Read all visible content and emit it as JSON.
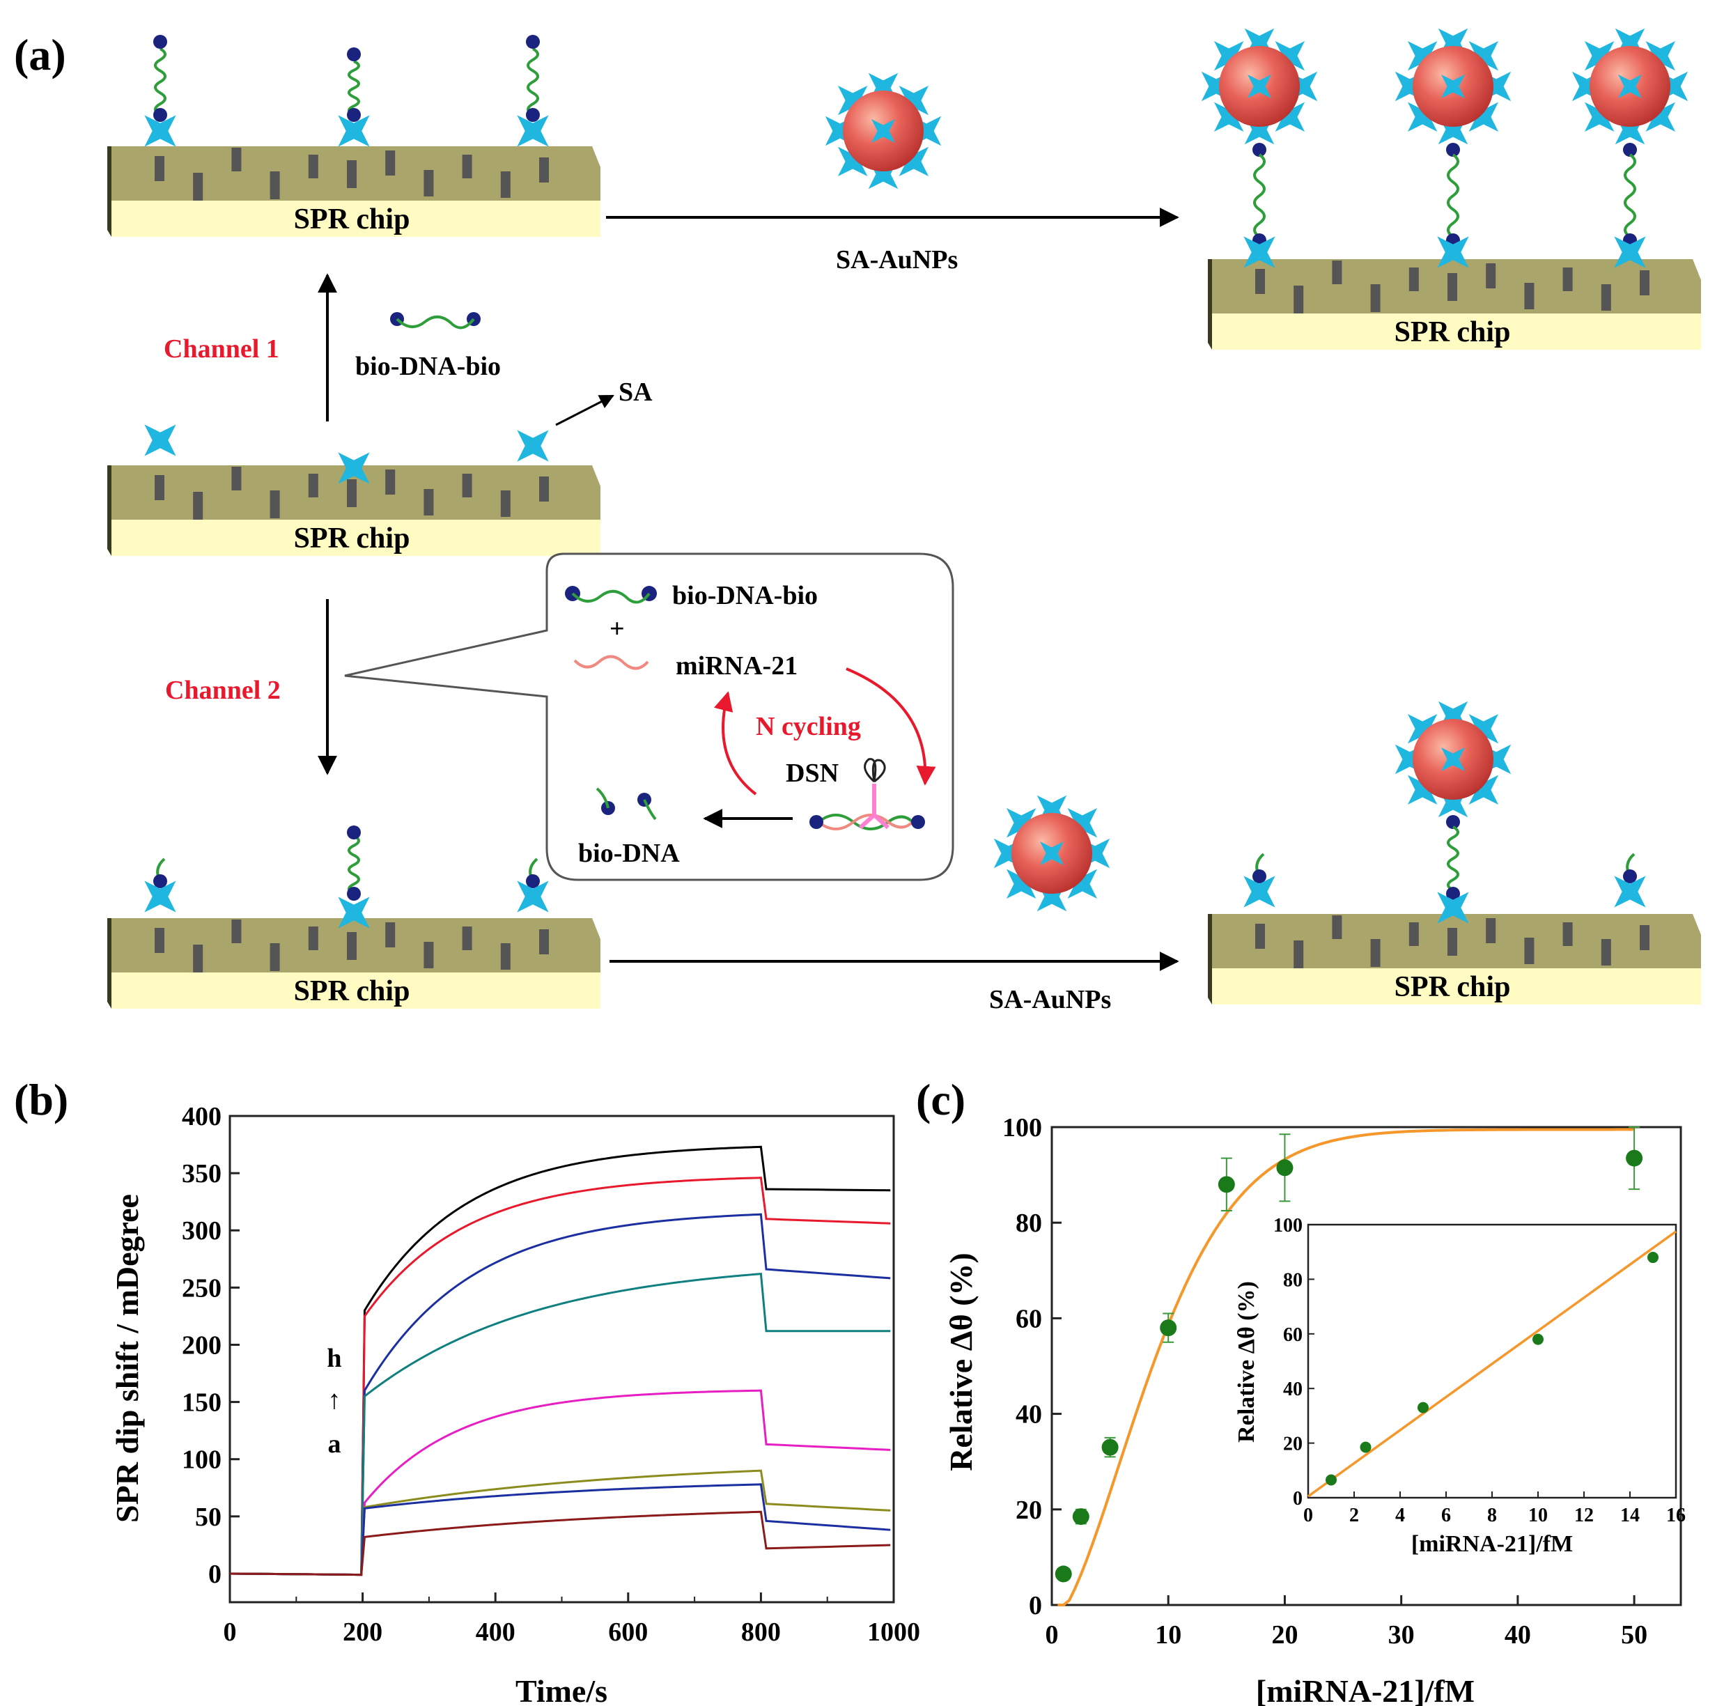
{
  "panel_a": {
    "letter": "(a)",
    "chip_label": "SPR chip",
    "channel1_label": "Channel 1",
    "channel2_label": "Channel 2",
    "bio_dna_bio_label": "bio-DNA-bio",
    "sa_label": "SA",
    "sa_aunps_label": "SA-AuNPs",
    "bubble": {
      "bio_dna_bio": "bio-DNA-bio",
      "plus": "+",
      "mirna": "miRNA-21",
      "n_cycling": "N cycling",
      "dsn": "DSN",
      "bio_dna": "bio-DNA"
    },
    "colors": {
      "chip_top": "#aaa56b",
      "chip_front": "#fffbc2",
      "sa_star": "#1fb6e0",
      "aunp": "#e8645a",
      "biotin": "#1a237e",
      "dna": "#2e9e3a",
      "mirna": "#f08a80",
      "accent_red": "#e8192c"
    }
  },
  "panel_b": {
    "letter": "(b)",
    "chart_data": {
      "type": "line",
      "xlabel": "Time/s",
      "ylabel": "SPR dip shift / mDegree",
      "xlim": [
        0,
        1000
      ],
      "ylim": [
        -25,
        400
      ],
      "xticks": [
        "0",
        "200",
        "400",
        "600",
        "800",
        "1000"
      ],
      "yticks": [
        "0",
        "50",
        "100",
        "150",
        "200",
        "250",
        "300",
        "350",
        "400"
      ],
      "annotation": {
        "top": "h",
        "arrow": "↑",
        "bottom": "a"
      },
      "series": [
        {
          "color": "#000000",
          "jump": 230,
          "plateau": 373,
          "tau": 150,
          "drop": 336,
          "end": 335
        },
        {
          "color": "#e8192c",
          "jump": 225,
          "plateau": 346,
          "tau": 150,
          "drop": 310,
          "end": 306
        },
        {
          "color": "#1c2fa0",
          "jump": 160,
          "plateau": 314,
          "tau": 160,
          "drop": 266,
          "end": 258
        },
        {
          "color": "#0f7f7f",
          "jump": 155,
          "plateau": 262,
          "tau": 260,
          "drop": 212,
          "end": 212
        },
        {
          "color": "#e61ec4",
          "jump": 62,
          "plateau": 160,
          "tau": 140,
          "drop": 113,
          "end": 108
        },
        {
          "color": "#8c8c1e",
          "jump": 58,
          "plateau": 90,
          "tau": 420,
          "drop": 61,
          "end": 55
        },
        {
          "color": "#1c2fa0",
          "jump": 57,
          "plateau": 78,
          "tau": 380,
          "drop": 46,
          "end": 38
        },
        {
          "color": "#8b1a1a",
          "jump": 32,
          "plateau": 54,
          "tau": 420,
          "drop": 22,
          "end": 25
        }
      ]
    }
  },
  "panel_c": {
    "letter": "(c)",
    "chart_data": {
      "type": "scatter",
      "xlabel": "[miRNA-21]/fM",
      "ylabel": "Relative Δθ (%)",
      "xlim": [
        0,
        54
      ],
      "ylim": [
        0,
        100
      ],
      "xticks": [
        "0",
        "10",
        "20",
        "30",
        "40",
        "50"
      ],
      "yticks": [
        "0",
        "20",
        "40",
        "60",
        "80",
        "100"
      ],
      "x": [
        1,
        2.5,
        5,
        10,
        15,
        20,
        50
      ],
      "y": [
        6.5,
        18.5,
        33,
        58,
        88,
        91.5,
        93.5
      ],
      "err": [
        1,
        1.5,
        2,
        3,
        5.5,
        7,
        6.5
      ],
      "fit_color": "#f5972a",
      "point_color": "#1a7a1a",
      "inset": {
        "type": "scatter",
        "xlabel": "[miRNA-21]/fM",
        "ylabel": "Relative Δθ (%)",
        "xlim": [
          0,
          16
        ],
        "ylim": [
          0,
          100
        ],
        "xticks": [
          "0",
          "2",
          "4",
          "6",
          "8",
          "10",
          "12",
          "14",
          "16"
        ],
        "yticks": [
          "0",
          "20",
          "40",
          "60",
          "80",
          "100"
        ],
        "x": [
          1,
          2.5,
          5,
          10,
          15
        ],
        "y": [
          6.5,
          18.5,
          33,
          58,
          88
        ],
        "fit_line": {
          "x": [
            0,
            16
          ],
          "y": [
            0.5,
            97.5
          ]
        }
      }
    }
  }
}
